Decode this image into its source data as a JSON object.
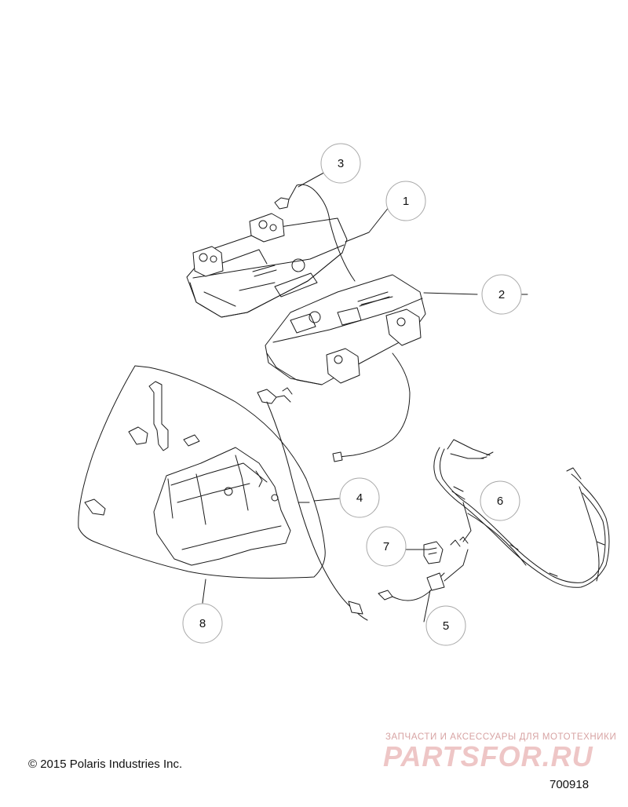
{
  "diagram": {
    "callouts": [
      {
        "label": "1"
      },
      {
        "label": "2"
      },
      {
        "label": "3"
      },
      {
        "label": "4"
      },
      {
        "label": "5"
      },
      {
        "label": "6"
      },
      {
        "label": "7"
      },
      {
        "label": "8"
      }
    ],
    "icons": [
      "speaker-housing-icon",
      "wiring-harness-icon",
      "mounting-bracket-icon",
      "connector-icon"
    ]
  },
  "footer": {
    "copyright": "© 2015 Polaris Industries Inc.",
    "figure_number": "700918"
  },
  "watermark": {
    "tagline": "ЗАПЧАСТИ И АКСЕССУАРЫ ДЛЯ МОТОТЕХНИКИ",
    "brand": "PARTSFOR.RU"
  }
}
